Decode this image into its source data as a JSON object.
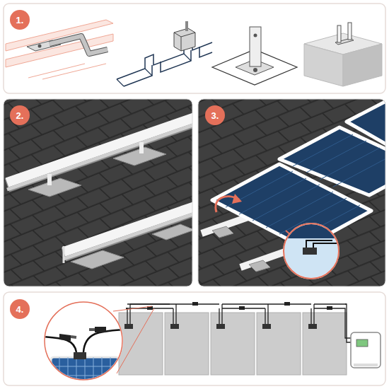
{
  "diagram": {
    "nodes": [
      {
        "text": [
          "1."
        ]
      },
      {
        "text": [
          "2."
        ]
      },
      {
        "text": [
          "3."
        ]
      },
      {
        "text": [
          "4."
        ]
      }
    ]
  }
}
